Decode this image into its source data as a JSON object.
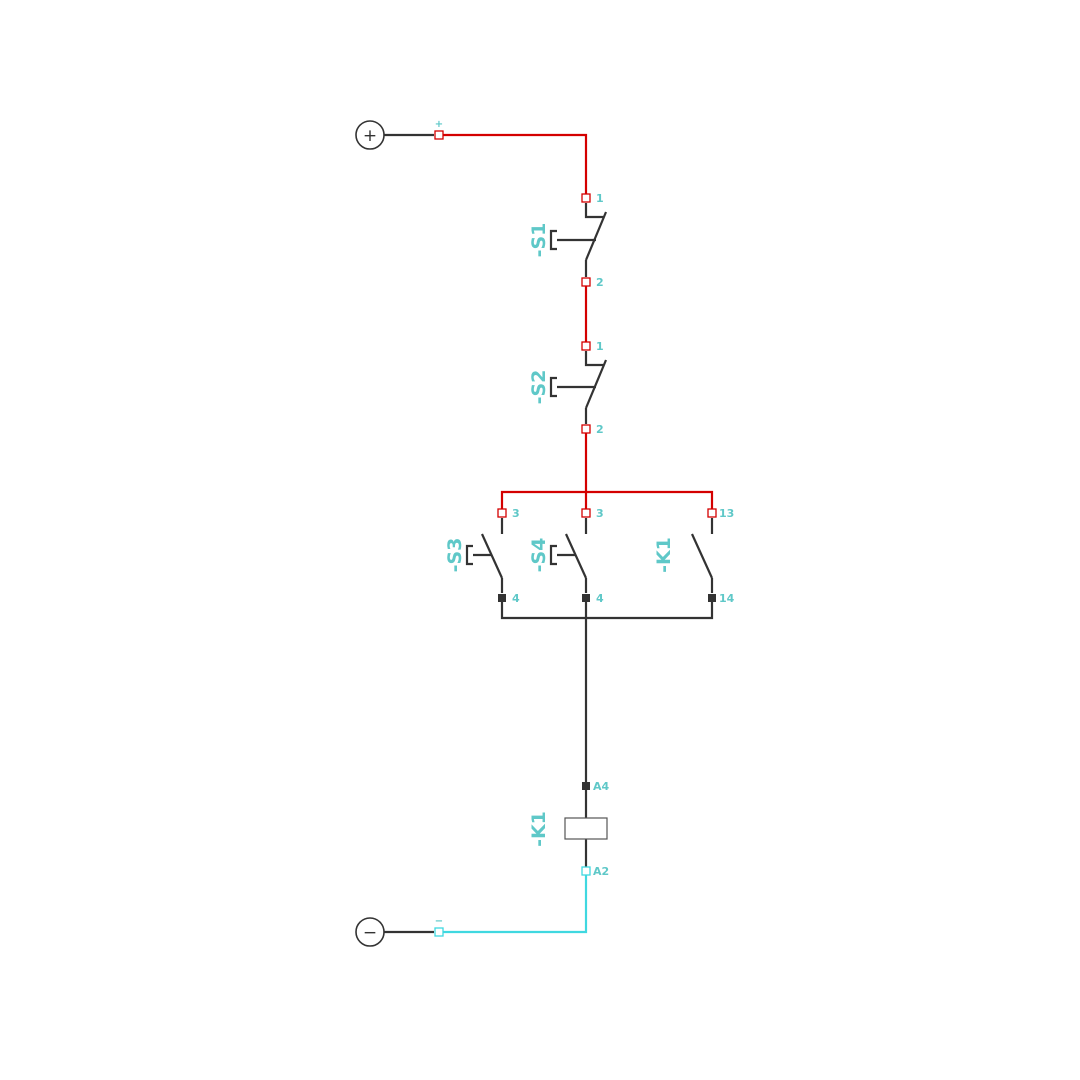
{
  "colors": {
    "positive_wire": "#d40000",
    "negative_wire": "#3fd8e0",
    "neutral_wire": "#333333",
    "label": "#5fc8c8",
    "terminal_filled": "#333333",
    "coil_border": "#555555"
  },
  "supply": {
    "positive": {
      "symbol": "+",
      "terminal_label": "+"
    },
    "negative": {
      "symbol": "−",
      "terminal_label": "−"
    }
  },
  "devices": {
    "s1": {
      "label": "-S1",
      "top_terminal": "1",
      "bottom_terminal": "2"
    },
    "s2": {
      "label": "-S2",
      "top_terminal": "1",
      "bottom_terminal": "2"
    },
    "s3": {
      "label": "-S3",
      "top_terminal": "3",
      "bottom_terminal": "4"
    },
    "s4": {
      "label": "-S4",
      "top_terminal": "3",
      "bottom_terminal": "4"
    },
    "k1_contact": {
      "label": "-K1",
      "top_terminal": "13",
      "bottom_terminal": "14"
    },
    "k1_coil": {
      "label": "-K1",
      "top_terminal": "A4",
      "bottom_terminal": "A2"
    }
  }
}
